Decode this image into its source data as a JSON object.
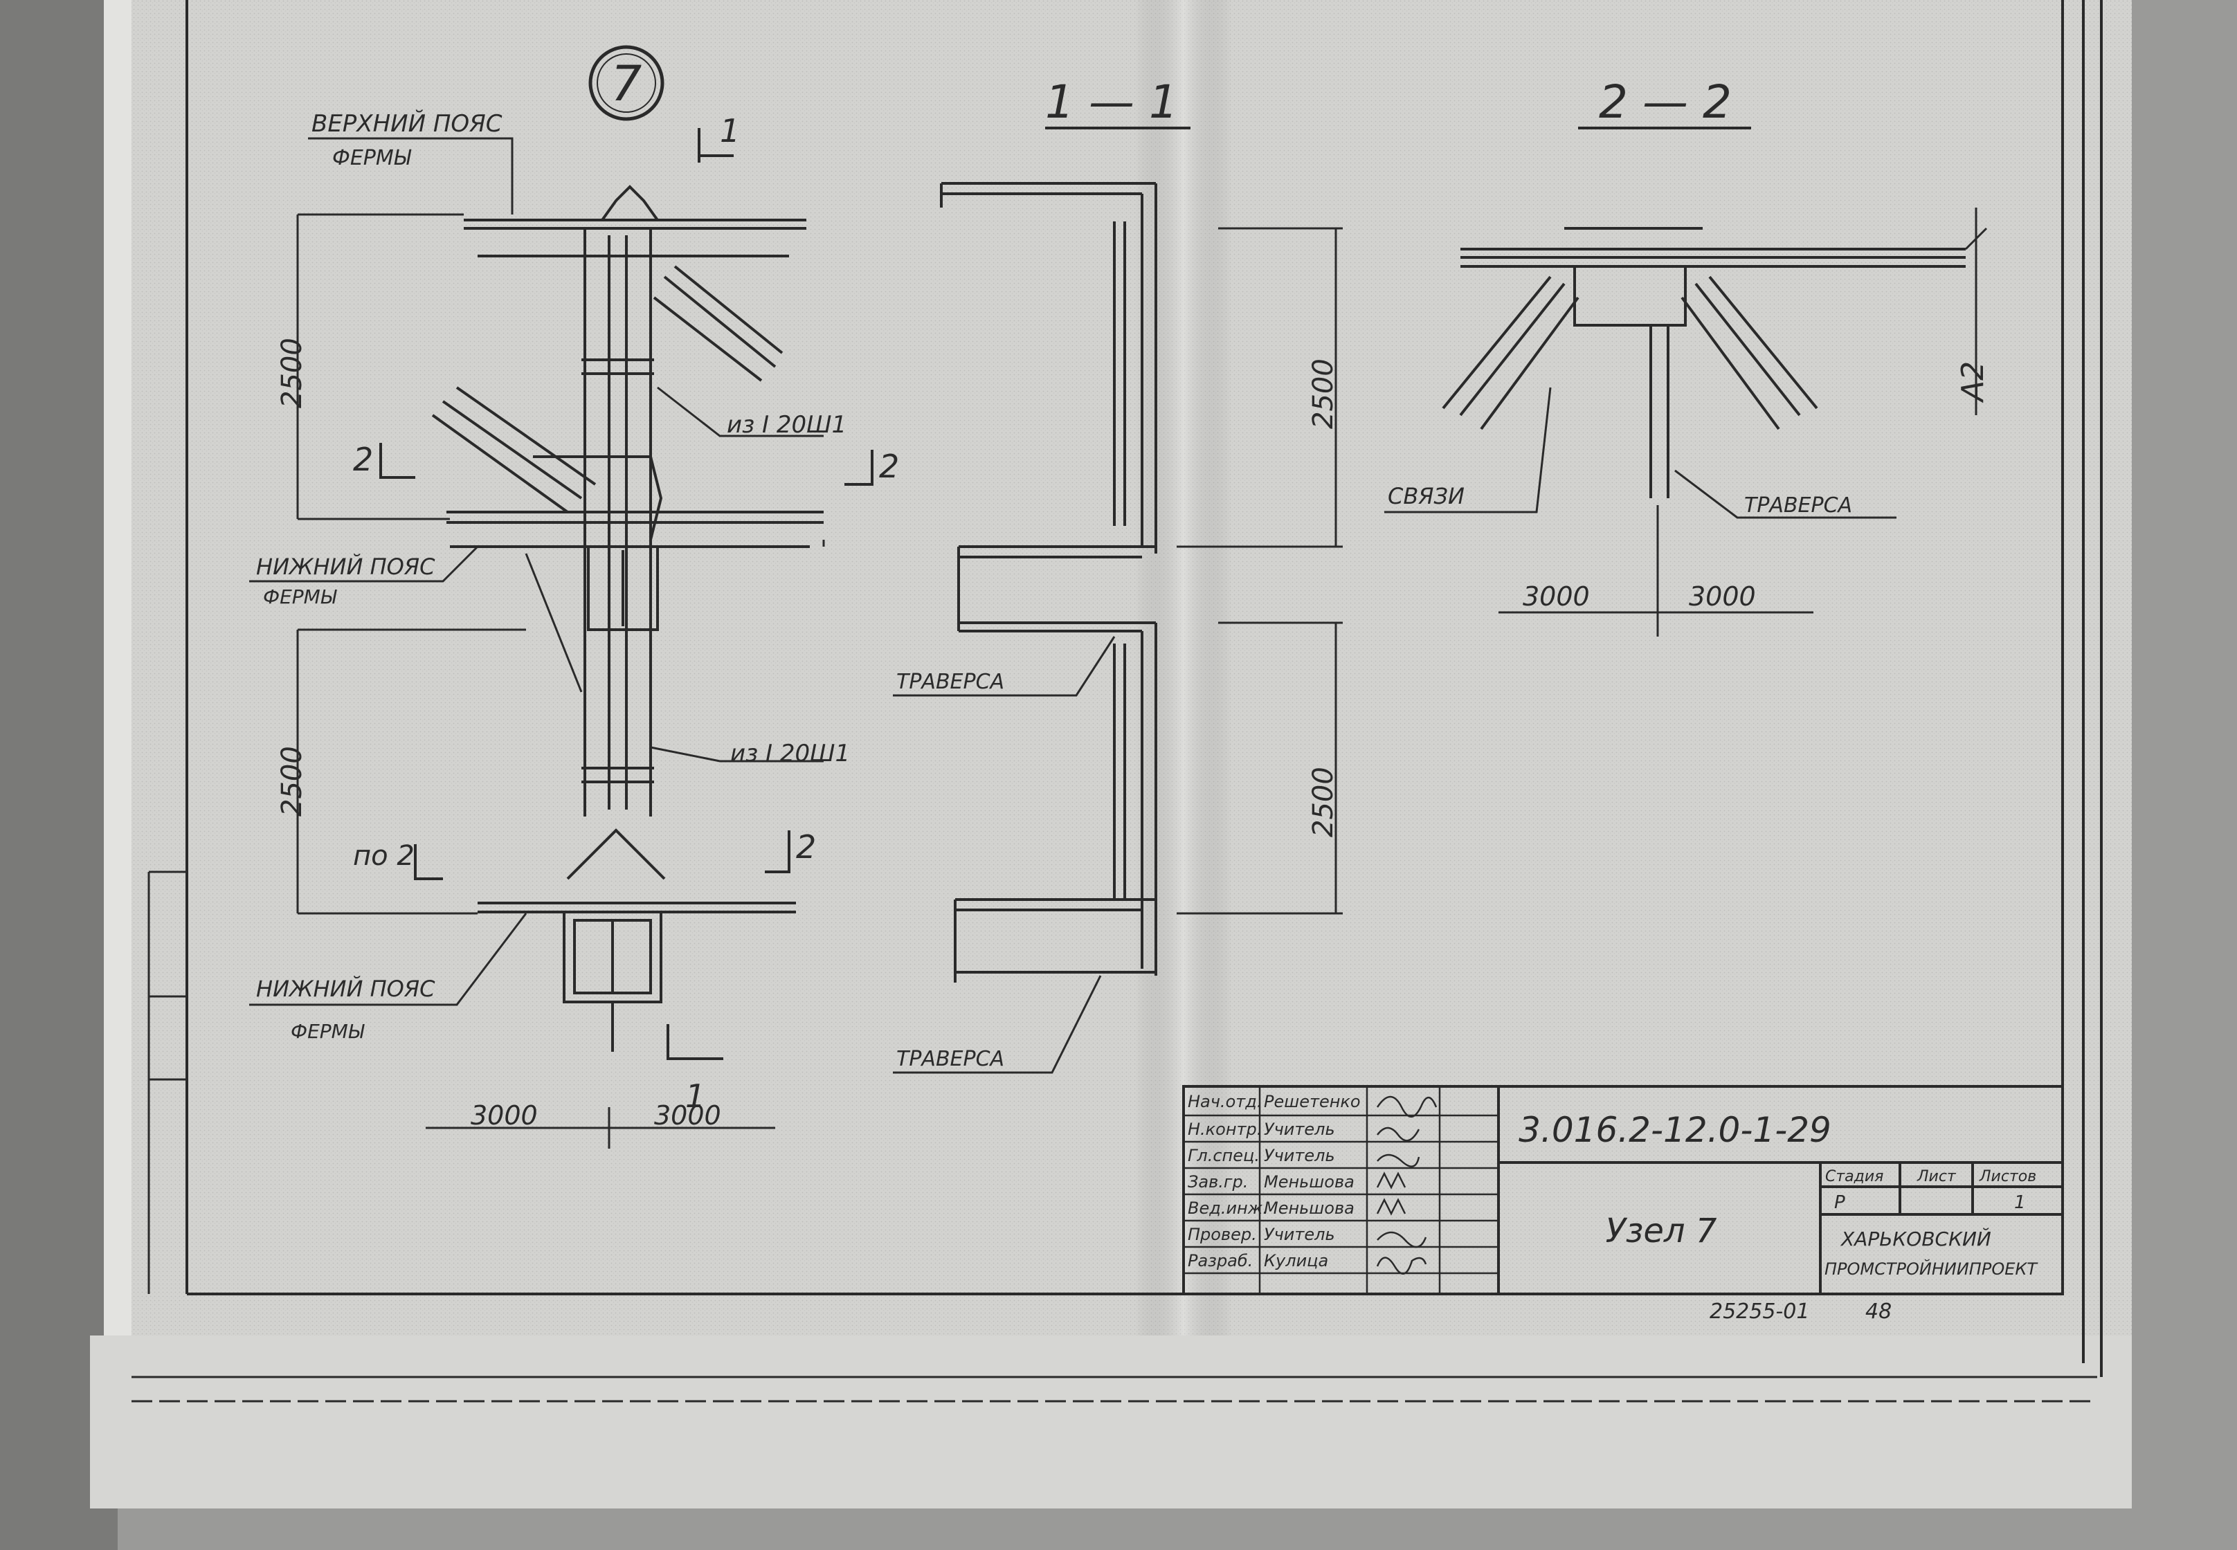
{
  "node_number": "7",
  "labels": {
    "top_chord_1": "ВЕРХНИЙ ПОЯС",
    "top_chord_2": "ФЕРМЫ",
    "bottom_chord_a1": "НИЖНИЙ ПОЯС",
    "bottom_chord_a2": "ФЕРМЫ",
    "bottom_chord_b1": "НИЖНИЙ ПОЯС",
    "bottom_chord_b2": "ФЕРМЫ",
    "profile_a": "из I 20Ш1",
    "profile_b": "из I 20Ш1",
    "traverse_1": "ТРАВЕРСА",
    "traverse_2": "ТРАВЕРСА",
    "traverse_3": "ТРАВЕРСА",
    "braces": "СВЯЗИ",
    "axis_a2": "А2",
    "po_2": "по 2"
  },
  "section_marks": {
    "s1_top": "1",
    "s1_bottom": "1",
    "s2_left_a": "2",
    "s2_right_a": "2",
    "s2_left_b": "2",
    "s2_right_b": "2"
  },
  "section_titles": {
    "sec_1_1": "1 — 1",
    "sec_2_2": "2 — 2"
  },
  "dimensions": {
    "d2500_a": "2500",
    "d2500_b": "2500",
    "d2500_c": "2500",
    "d2500_d": "2500",
    "d3000_a": "3000",
    "d3000_b": "3000",
    "d3000_c": "3000",
    "d3000_d": "3000"
  },
  "title_block": {
    "designation": "3.016.2-12.0-1-29",
    "sheet_title": "Узел 7",
    "stage_header": "Стадия",
    "sheet_header": "Лист",
    "sheets_header": "Листов",
    "stage": "Р",
    "sheets": "1",
    "org_line1": "ХАРЬКОВСКИЙ",
    "org_line2": "ПРОМСТРОЙНИИПРОЕКТ",
    "signatures": [
      {
        "role": "Нач.отд.",
        "name": "Решетенко"
      },
      {
        "role": "Н.контр.",
        "name": "Учитель"
      },
      {
        "role": "Гл.спец.",
        "name": "Учитель"
      },
      {
        "role": "Зав.гр.",
        "name": "Меньшова"
      },
      {
        "role": "Вед.инж.",
        "name": "Меньшова"
      },
      {
        "role": "Провер.",
        "name": "Учитель"
      },
      {
        "role": "Разраб.",
        "name": "Кулица"
      }
    ]
  },
  "footer": {
    "archive_no": "25255-01",
    "page": "48"
  }
}
